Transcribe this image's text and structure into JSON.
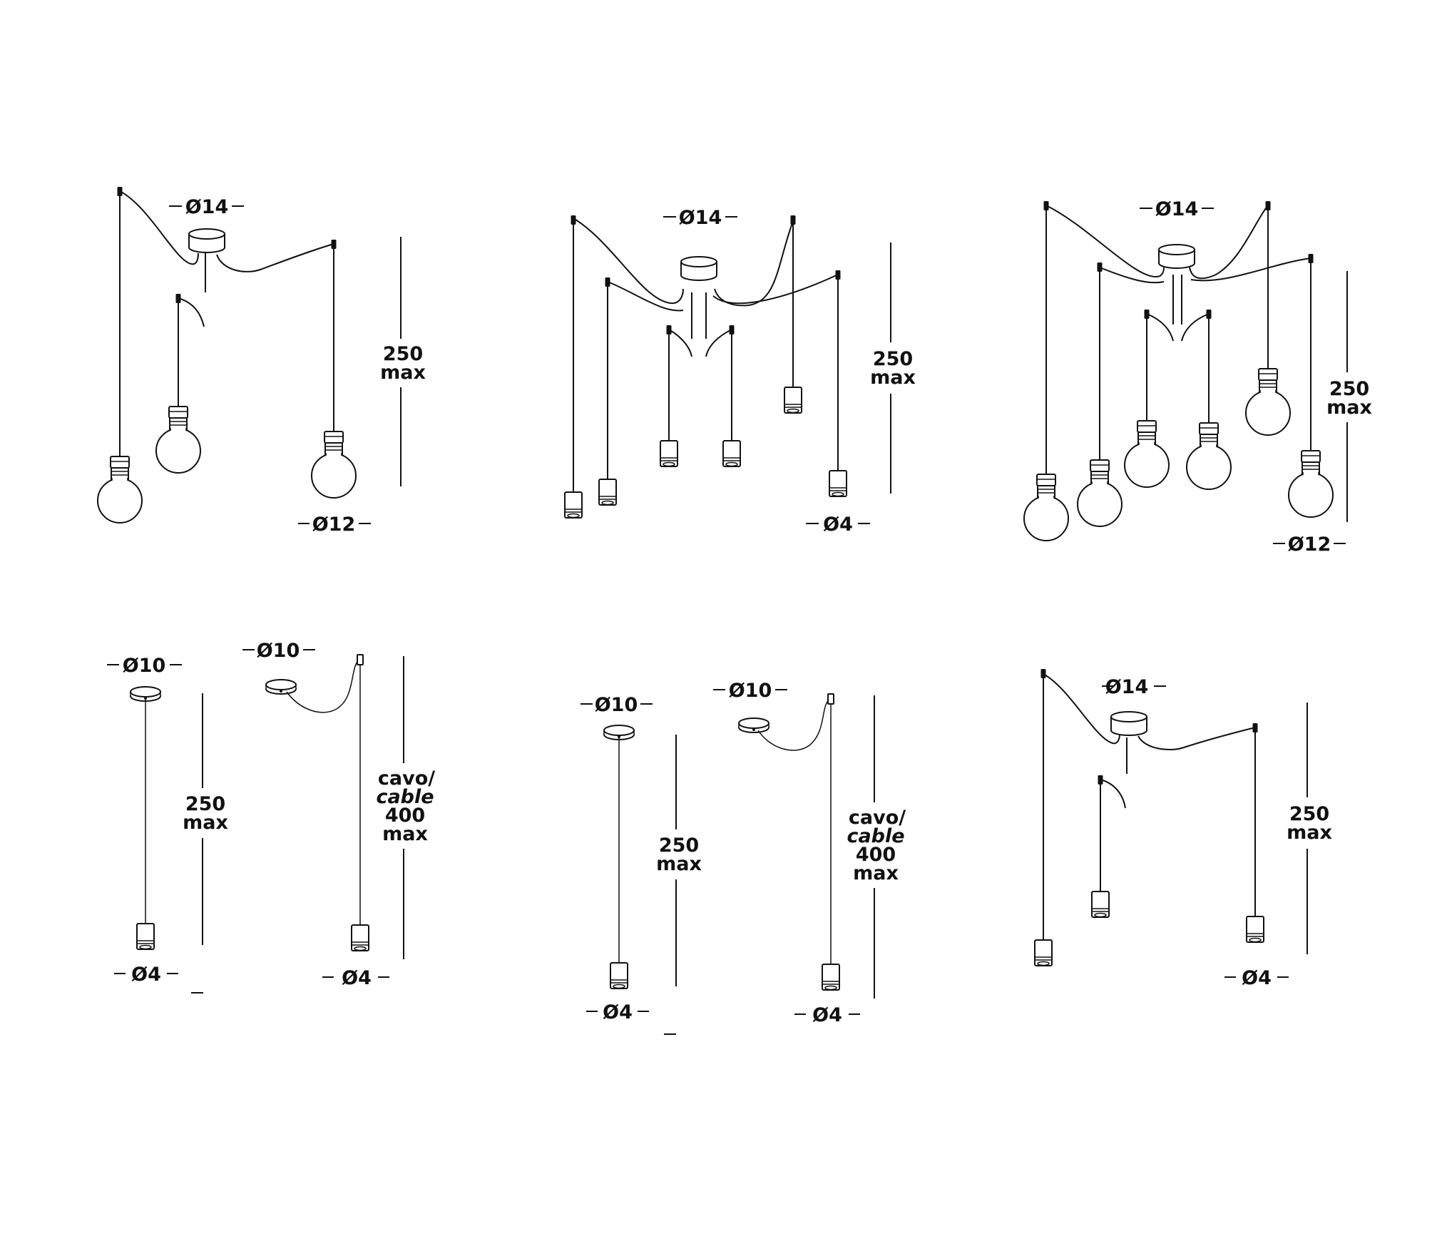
{
  "labels": {
    "d14": "Ø14",
    "d12": "Ø12",
    "d10": "Ø10",
    "d4": "Ø4",
    "h250": "250",
    "max": "max",
    "cavo": "cavo/",
    "cable": "cable",
    "h400": "400"
  },
  "drawings": [
    {
      "name": "spider-3-globe",
      "top_diameter": "Ø14",
      "bottom_diameter": "Ø12",
      "height": "250",
      "height_note": "max",
      "lamps": 3,
      "lamp_type": "globe"
    },
    {
      "name": "spider-6-cylinder",
      "top_diameter": "Ø14",
      "bottom_diameter": "Ø4",
      "height": "250",
      "height_note": "max",
      "lamps": 6,
      "lamp_type": "cylinder"
    },
    {
      "name": "spider-6-globe",
      "top_diameter": "Ø14",
      "bottom_diameter": "Ø12",
      "height": "250",
      "height_note": "max",
      "lamps": 6,
      "lamp_type": "globe"
    },
    {
      "name": "single-pendant-pair-1",
      "top_diameter": "Ø10",
      "bottom_diameter": "Ø4",
      "height": "250",
      "height_note": "max",
      "cable_label": "cavo/ cable",
      "cable_length": "400",
      "lamps": 1,
      "lamp_type": "cylinder"
    },
    {
      "name": "single-pendant-pair-2",
      "top_diameter": "Ø10",
      "bottom_diameter": "Ø4",
      "height": "250",
      "height_note": "max",
      "cable_label": "cavo/ cable",
      "cable_length": "400",
      "lamps": 1,
      "lamp_type": "cylinder"
    },
    {
      "name": "spider-3-cylinder",
      "top_diameter": "Ø14",
      "bottom_diameter": "Ø4",
      "height": "250",
      "height_note": "max",
      "lamps": 3,
      "lamp_type": "cylinder"
    }
  ]
}
